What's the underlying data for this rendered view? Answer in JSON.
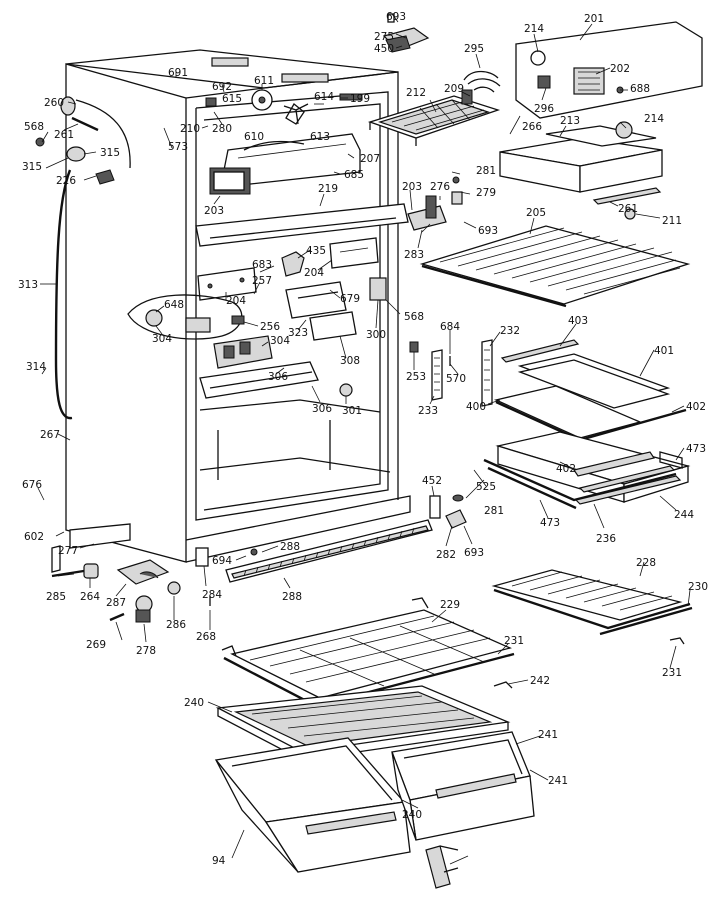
{
  "diagram": {
    "part_labels": [
      "693",
      "275",
      "450",
      "214",
      "201",
      "691",
      "692",
      "611",
      "295",
      "202",
      "260",
      "615",
      "614",
      "199",
      "209",
      "296",
      "688",
      "568",
      "261",
      "210",
      "280",
      "610",
      "613",
      "212",
      "266",
      "213",
      "214",
      "315",
      "573",
      "207",
      "226",
      "685",
      "281",
      "315",
      "219",
      "203",
      "276",
      "279",
      "261",
      "211",
      "203",
      "283",
      "693",
      "205",
      "435",
      "313",
      "683",
      "204",
      "648",
      "204",
      "257",
      "679",
      "568",
      "304",
      "256",
      "323",
      "304",
      "300",
      "684",
      "232",
      "403",
      "314",
      "306",
      "308",
      "253",
      "570",
      "401",
      "306",
      "301",
      "400",
      "233",
      "402",
      "267",
      "473",
      "402",
      "676",
      "452",
      "525",
      "281",
      "602",
      "277",
      "473",
      "236",
      "244",
      "694",
      "288",
      "282",
      "693",
      "285",
      "264",
      "287",
      "284",
      "228",
      "230",
      "286",
      "268",
      "288",
      "229",
      "269",
      "278",
      "231",
      "231",
      "242",
      "240",
      "241",
      "241",
      "240",
      "94"
    ]
  }
}
